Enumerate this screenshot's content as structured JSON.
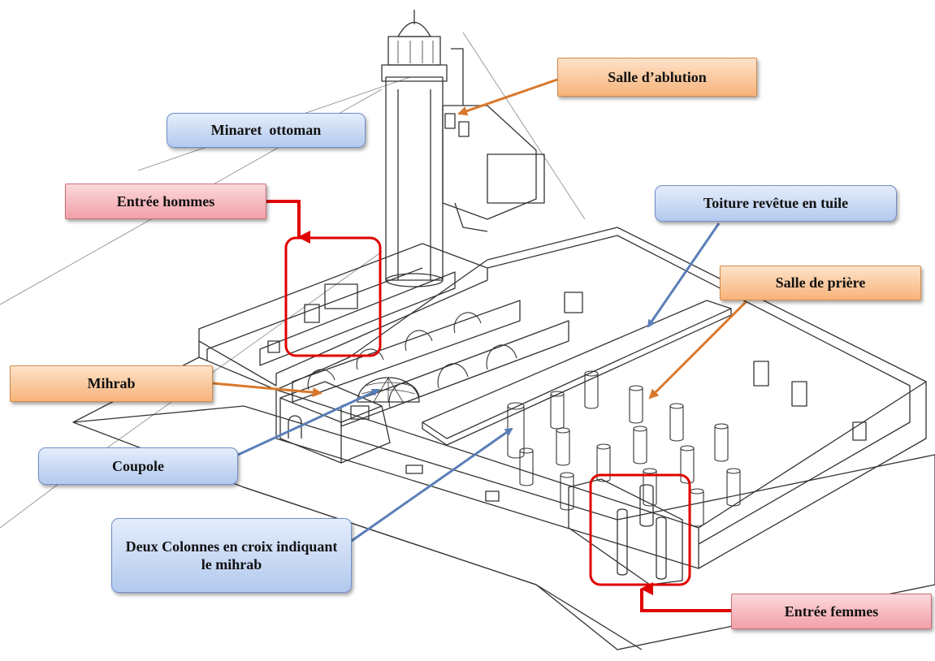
{
  "labels": {
    "salle_ablution": "Salle d’ablution",
    "minaret": "Minaret  ottoman",
    "entree_hommes": "Entrée hommes",
    "toiture": "Toiture revêtue en tuile",
    "salle_priere": "Salle de prière",
    "mihrab": "Mihrab",
    "coupole": "Coupole",
    "deux_colonnes": "Deux Colonnes en croix indiquant le mihrab",
    "entree_femmes": "Entrée femmes"
  },
  "colors": {
    "blue_arrow": "#5a7fb8",
    "orange_arrow": "#d9782b",
    "red_marker": "#e00000",
    "sketch_line": "#333333"
  }
}
